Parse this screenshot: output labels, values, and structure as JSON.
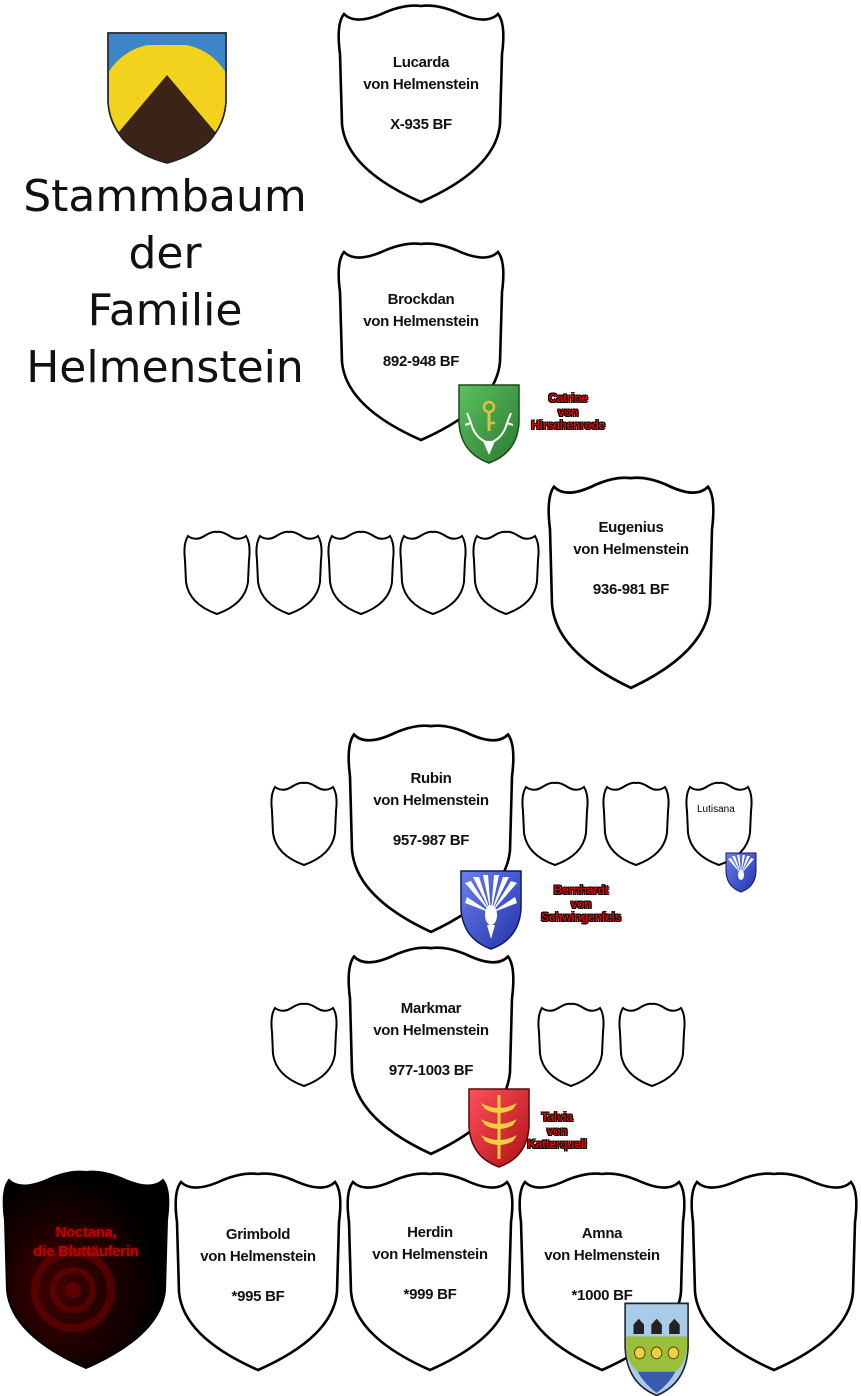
{
  "title": [
    "Stammbaum",
    "der",
    "Familie",
    "Helmenstein"
  ],
  "persons": {
    "lucarda": {
      "first": "Lucarda",
      "family": "von Helmenstein",
      "dates": "X-935 BF"
    },
    "brockdan": {
      "first": "Brockdan",
      "family": "von Helmenstein",
      "dates": "892-948 BF"
    },
    "eugenius": {
      "first": "Eugenius",
      "family": "von Helmenstein",
      "dates": "936-981 BF"
    },
    "rubin": {
      "first": "Rubin",
      "family": "von Helmenstein",
      "dates": "957-987 BF"
    },
    "markmar": {
      "first": "Markmar",
      "family": "von Helmenstein",
      "dates": "977-1003 BF"
    },
    "grimbold": {
      "first": "Grimbold",
      "family": "von Helmenstein",
      "dates": "*995 BF"
    },
    "herdin": {
      "first": "Herdin",
      "family": "von Helmenstein",
      "dates": "*999 BF"
    },
    "amna": {
      "first": "Amna",
      "family": "von Helmenstein",
      "dates": "*1000 BF"
    },
    "lutisana": {
      "first": "Lutisana"
    },
    "noctana": {
      "line1": "Noctana,",
      "line2": "die Bluttäuferin"
    }
  },
  "spouses": {
    "catrine": [
      "Catrine",
      "von",
      "Hirschenrode"
    ],
    "bernhardt": [
      "Bernhardt",
      "von",
      "Schwingenfels"
    ],
    "talvia": [
      "Talvia",
      "von",
      "Katterquell"
    ]
  },
  "colors": {
    "family_arms_field": "#f2d21c",
    "family_arms_mountain": "#3a2418",
    "family_arms_top": "#3d84c8",
    "hirschenrode_green": "#3a9a3e",
    "schwingenfels_blue": "#3a4fd0",
    "katterquell_red": "#e0202a",
    "amna_arms_sky": "#a8cbe8",
    "amna_arms_field": "#9abf3a",
    "amna_arms_base": "#3a5ab0",
    "noctana_shield": "#000000",
    "spouse_label": "#dd0000"
  },
  "icons": [
    "helmenstein-arms-icon",
    "hirschenrode-arms-icon",
    "schwingenfels-arms-icon",
    "katterquell-arms-icon",
    "amna-arms-icon",
    "noctana-sigil-icon"
  ]
}
